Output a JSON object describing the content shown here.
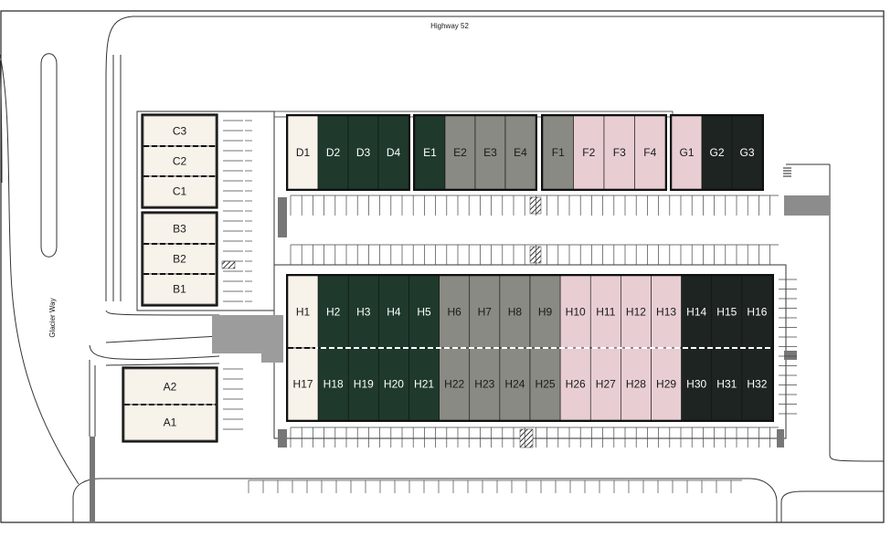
{
  "roads": {
    "top": "Highway 52",
    "left": "Glacier Way"
  },
  "colors": {
    "cream": "#f7f2ea",
    "dark_green": "#1f3a2c",
    "gray": "#8a8a84",
    "pink": "#e8ced3",
    "black": "#1e2422",
    "text_dark": "#1a1a1a",
    "text_light": "#ffffff"
  },
  "lots": {
    "west": [
      {
        "label": "C3",
        "tone": "cream"
      },
      {
        "label": "C2",
        "tone": "cream"
      },
      {
        "label": "C1",
        "tone": "cream"
      },
      {
        "label": "B3",
        "tone": "cream"
      },
      {
        "label": "B2",
        "tone": "cream"
      },
      {
        "label": "B1",
        "tone": "cream"
      },
      {
        "label": "A2",
        "tone": "cream"
      },
      {
        "label": "A1",
        "tone": "cream"
      }
    ],
    "north_d": [
      {
        "label": "D1",
        "tone": "cream"
      },
      {
        "label": "D2",
        "tone": "dark_green"
      },
      {
        "label": "D3",
        "tone": "dark_green"
      },
      {
        "label": "D4",
        "tone": "dark_green"
      }
    ],
    "north_e": [
      {
        "label": "E1",
        "tone": "dark_green"
      },
      {
        "label": "E2",
        "tone": "gray"
      },
      {
        "label": "E3",
        "tone": "gray"
      },
      {
        "label": "E4",
        "tone": "gray"
      }
    ],
    "north_f": [
      {
        "label": "F1",
        "tone": "gray"
      },
      {
        "label": "F2",
        "tone": "pink"
      },
      {
        "label": "F3",
        "tone": "pink"
      },
      {
        "label": "F4",
        "tone": "pink"
      }
    ],
    "north_g": [
      {
        "label": "G1",
        "tone": "pink"
      },
      {
        "label": "G2",
        "tone": "black"
      },
      {
        "label": "G3",
        "tone": "black"
      }
    ],
    "h_top": [
      {
        "label": "H1",
        "tone": "cream"
      },
      {
        "label": "H2",
        "tone": "dark_green"
      },
      {
        "label": "H3",
        "tone": "dark_green"
      },
      {
        "label": "H4",
        "tone": "dark_green"
      },
      {
        "label": "H5",
        "tone": "dark_green"
      },
      {
        "label": "H6",
        "tone": "gray"
      },
      {
        "label": "H7",
        "tone": "gray"
      },
      {
        "label": "H8",
        "tone": "gray"
      },
      {
        "label": "H9",
        "tone": "gray"
      },
      {
        "label": "H10",
        "tone": "pink"
      },
      {
        "label": "H11",
        "tone": "pink"
      },
      {
        "label": "H12",
        "tone": "pink"
      },
      {
        "label": "H13",
        "tone": "pink"
      },
      {
        "label": "H14",
        "tone": "black"
      },
      {
        "label": "H15",
        "tone": "black"
      },
      {
        "label": "H16",
        "tone": "black"
      }
    ],
    "h_bottom": [
      {
        "label": "H17",
        "tone": "cream"
      },
      {
        "label": "H18",
        "tone": "dark_green"
      },
      {
        "label": "H19",
        "tone": "dark_green"
      },
      {
        "label": "H20",
        "tone": "dark_green"
      },
      {
        "label": "H21",
        "tone": "dark_green"
      },
      {
        "label": "H22",
        "tone": "gray"
      },
      {
        "label": "H23",
        "tone": "gray"
      },
      {
        "label": "H24",
        "tone": "gray"
      },
      {
        "label": "H25",
        "tone": "gray"
      },
      {
        "label": "H26",
        "tone": "pink"
      },
      {
        "label": "H27",
        "tone": "pink"
      },
      {
        "label": "H28",
        "tone": "pink"
      },
      {
        "label": "H29",
        "tone": "pink"
      },
      {
        "label": "H30",
        "tone": "black"
      },
      {
        "label": "H31",
        "tone": "black"
      },
      {
        "label": "H32",
        "tone": "black"
      }
    ]
  }
}
